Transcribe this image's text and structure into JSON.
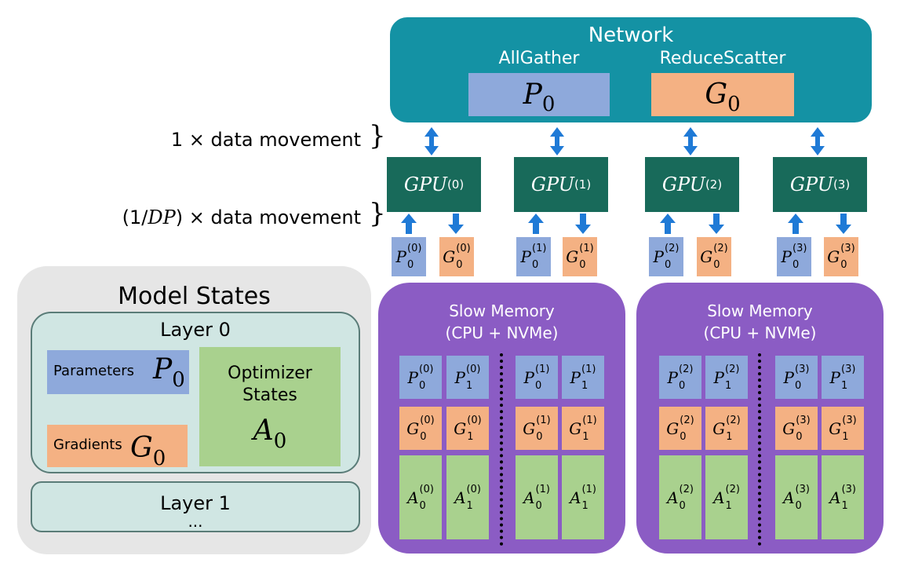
{
  "network": {
    "title": "Network",
    "allgather_label": "AllGather",
    "reducescatter_label": "ReduceScatter",
    "allgather_symbol": "P",
    "allgather_sub": "0",
    "reducescatter_symbol": "G",
    "reducescatter_sub": "0"
  },
  "data_movement": {
    "top_label": "1 × data movement",
    "bottom_label_prefix": "(1/",
    "bottom_label_var": "DP",
    "bottom_label_suffix": ") × data movement"
  },
  "gpus": [
    {
      "name": "GPU",
      "index": "(0)"
    },
    {
      "name": "GPU",
      "index": "(1)"
    },
    {
      "name": "GPU",
      "index": "(2)"
    },
    {
      "name": "GPU",
      "index": "(3)"
    }
  ],
  "model_states": {
    "title": "Model States",
    "layer0_title": "Layer 0",
    "parameters_label": "Parameters",
    "parameters_symbol": "P",
    "parameters_sub": "0",
    "gradients_label": "Gradients",
    "gradients_symbol": "G",
    "gradients_sub": "0",
    "optimizer_line1": "Optimizer",
    "optimizer_line2": "States",
    "optimizer_symbol": "A",
    "optimizer_sub": "0",
    "layer1_title": "Layer 1",
    "layer1_more": "..."
  },
  "slow_memory": {
    "title_line1": "Slow Memory",
    "title_line2": "(CPU + NVMe)"
  },
  "colors": {
    "network": "#1492a4",
    "gpu": "#186a5a",
    "parameters": "#8ea9db",
    "gradients": "#f4b183",
    "optimizer": "#a9d18e",
    "slow_memory": "#8b5cc4",
    "arrow": "#1f7ad6"
  }
}
